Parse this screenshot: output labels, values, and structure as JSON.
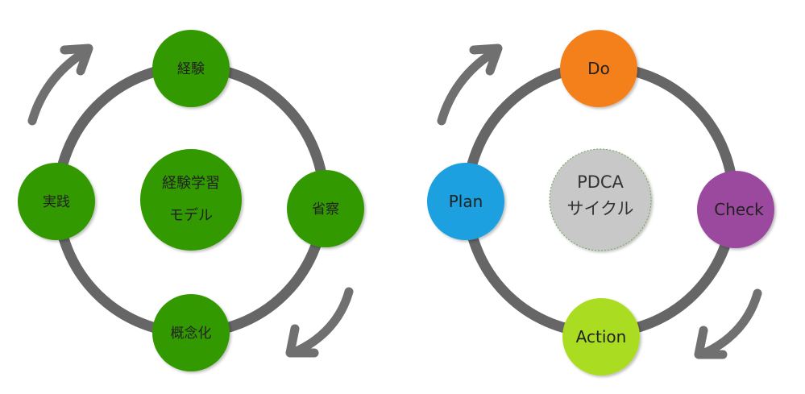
{
  "left_diagram": {
    "center_lines": [
      "経験学習",
      "モデル"
    ],
    "nodes": [
      {
        "key": "top",
        "label": "経験",
        "color": "#339900"
      },
      {
        "key": "right",
        "label": "省察",
        "color": "#339900"
      },
      {
        "key": "bottom",
        "label": "概念化",
        "color": "#339900"
      },
      {
        "key": "left",
        "label": "実践",
        "color": "#339900"
      }
    ],
    "center_color": "#339900",
    "ring_color": "#666666"
  },
  "right_diagram": {
    "center_lines": [
      "PDCA",
      "サイクル"
    ],
    "nodes": [
      {
        "key": "top",
        "label": "Do",
        "color": "#f4801f"
      },
      {
        "key": "right",
        "label": "Check",
        "color": "#9b4a9f"
      },
      {
        "key": "bottom",
        "label": "Action",
        "color": "#aadd22"
      },
      {
        "key": "left",
        "label": "Plan",
        "color": "#1aa0e0"
      }
    ],
    "center_color": "#c8c8c8",
    "ring_color": "#666666"
  },
  "arrow_color": "#707070"
}
